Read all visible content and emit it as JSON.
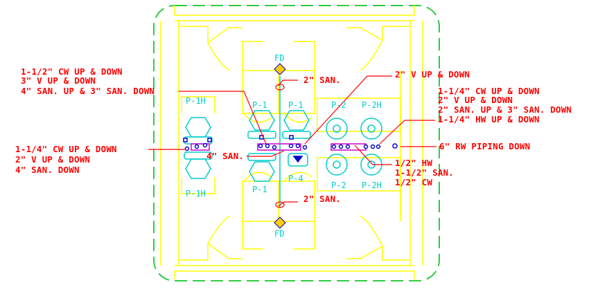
{
  "colors": {
    "background": "#ffffff",
    "boundary": "#2ecc40",
    "walls": "#ffff00",
    "fixtures": "#00cccc",
    "callouts": "#ff0000",
    "pipes": "#0000cc",
    "chase": "#cc00cc",
    "drains": "#ffcc00"
  },
  "fixtures": {
    "floor_drain_top": "FD",
    "floor_drain_bottom": "FD",
    "p1_top_left": "P-1",
    "p1_top_right": "P-1",
    "p1_bottom": "P-1",
    "p1h_top": "P-1H",
    "p1h_bottom": "P-1H",
    "p2_top": "P-2",
    "p2h_top": "P-2H",
    "p2_bottom": "P-2",
    "p2h_bottom": "P-2H",
    "p4": "P-4"
  },
  "notes": {
    "left_top": [
      "1-1/2\" CW UP & DOWN",
      "3\" V UP & DOWN",
      "4\" SAN. UP & 3\" SAN. DOWN"
    ],
    "left_bottom": [
      "1-1/4\" CW UP & DOWN",
      "2\" V UP & DOWN",
      "4\" SAN. DOWN"
    ],
    "san_top": "2\" SAN.",
    "san_bottom": "2\" SAN.",
    "san_4": "4\" SAN.",
    "vent_up_down": "2\" V UP & DOWN",
    "right_top": [
      "1-1/4\" CW UP & DOWN",
      "2\" V UP & DOWN",
      "2\" SAN. UP & 3\" SAN. DOWN",
      "1-1/4\" HW UP & DOWN"
    ],
    "rw_piping": "6\" RW PIPING DOWN",
    "right_bottom": [
      "1/2\" HW",
      "1-1/2\" SAN.",
      "1/2\" CW"
    ]
  }
}
